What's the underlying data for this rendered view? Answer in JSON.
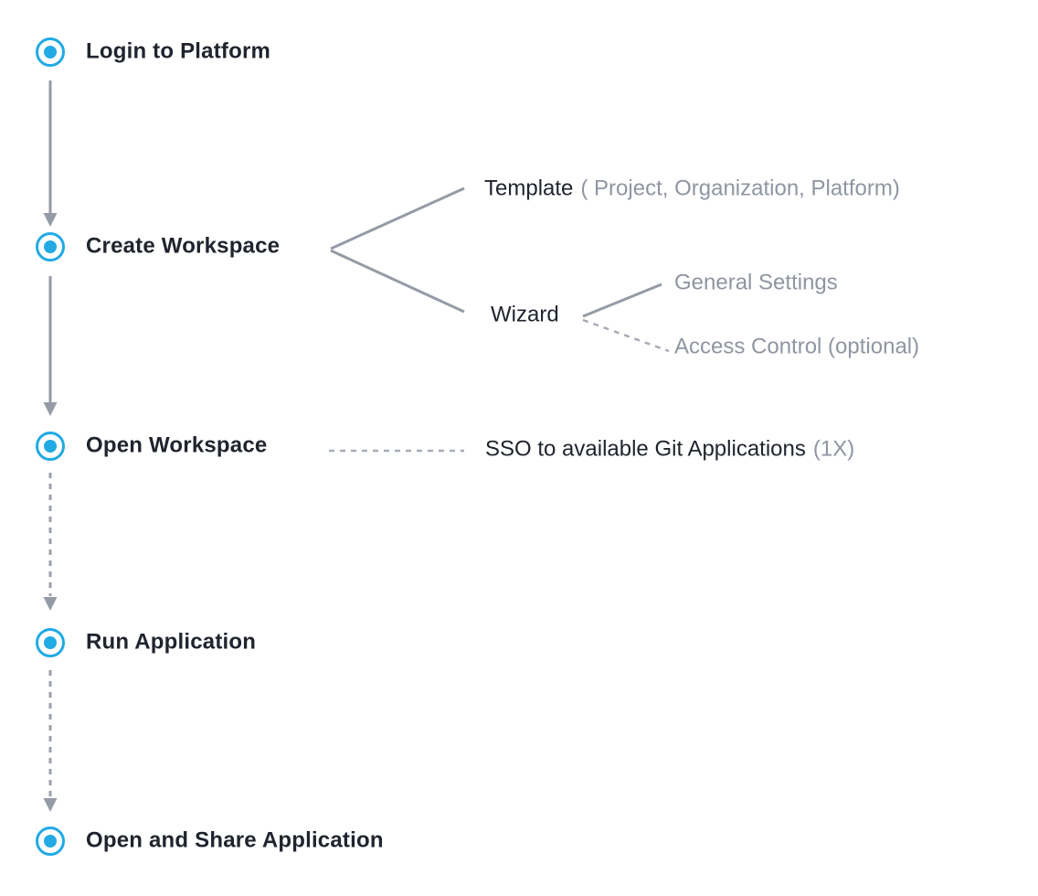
{
  "colors": {
    "accent": "#21aae4",
    "line": "#959ba6",
    "line_light": "#a6acb7",
    "muted": "#8f95a1",
    "text": "#20242e"
  },
  "flow": {
    "steps": [
      {
        "label": "Login to Platform"
      },
      {
        "label": "Create Workspace"
      },
      {
        "label": "Open Workspace"
      },
      {
        "label": "Run Application"
      },
      {
        "label": "Open and Share Application"
      }
    ],
    "template_branch": {
      "label": "Template",
      "note": "( Project, Organization, Platform)"
    },
    "wizard_branch": {
      "label": "Wizard",
      "children": [
        {
          "label": "General Settings"
        },
        {
          "label": "Access Control (optional)"
        }
      ]
    },
    "sso_annotation": {
      "label": "SSO to available Git Applications",
      "note": "(1X)"
    }
  }
}
